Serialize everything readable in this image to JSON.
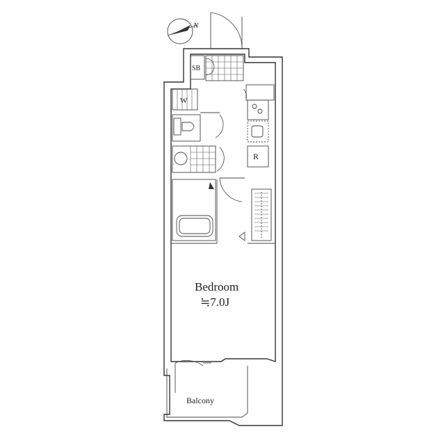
{
  "compass": {
    "north_letter": "N",
    "icon": "compass-icon"
  },
  "labels": {
    "shoe_box": "SB",
    "washer": "W",
    "refrigerator": "R",
    "bedroom": "Bedroom",
    "bedroom_size": "≒7.0J",
    "balcony": "Balcony"
  },
  "colors": {
    "line": "#333333",
    "background": "#ffffff"
  }
}
